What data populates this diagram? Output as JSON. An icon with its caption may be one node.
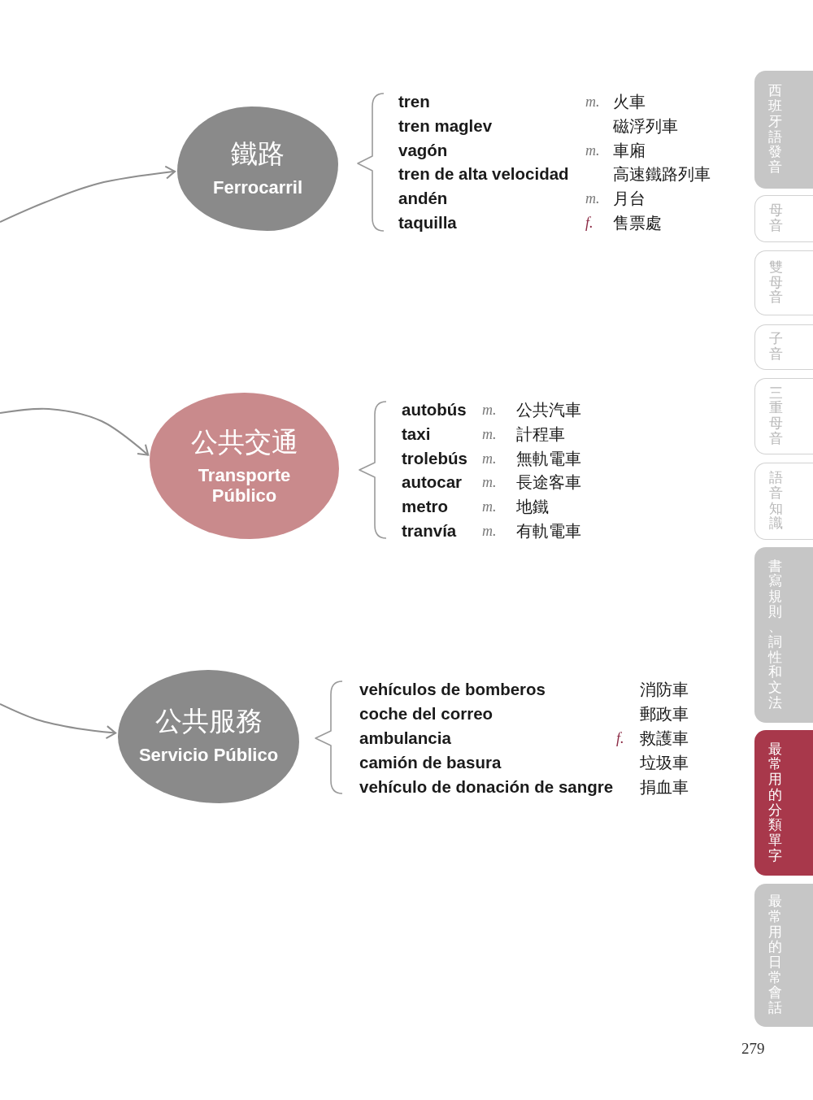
{
  "diagram": {
    "nodes": [
      {
        "text": [
          "鐵路",
          "Ferrocarril"
        ]
      },
      {
        "text": [
          "公共交通",
          "Transporte Público"
        ]
      },
      {
        "text": [
          "公共服務",
          "Servicio Público"
        ]
      },
      {
        "text": [
          "西班牙語發音"
        ]
      },
      {
        "text": [
          "母音"
        ]
      },
      {
        "text": [
          "雙母音"
        ]
      },
      {
        "text": [
          "子音"
        ]
      },
      {
        "text": [
          "三重母音"
        ]
      },
      {
        "text": [
          "語音知識"
        ]
      },
      {
        "text": [
          "書寫規則、詞性和文法"
        ]
      },
      {
        "text": [
          "最常用的分類單字"
        ]
      },
      {
        "text": [
          "最常用的日常會話"
        ]
      }
    ],
    "edges": [
      {
        "from": null,
        "to": 0,
        "arrow": "to"
      },
      {
        "from": null,
        "to": 1,
        "arrow": "to"
      },
      {
        "from": null,
        "to": 2,
        "arrow": "to"
      }
    ],
    "labels": [
      "tren",
      "m.",
      "火車",
      "tren maglev",
      "磁浮列車",
      "vagón",
      "m.",
      "車廂",
      "tren de alta velocidad",
      "高速鐵路列車",
      "andén",
      "m.",
      "月台",
      "taquilla",
      "f.",
      "售票處",
      "autobús",
      "m.",
      "公共汽車",
      "taxi",
      "m.",
      "計程車",
      "trolebús",
      "m.",
      "無軌電車",
      "autocar",
      "m.",
      "長途客車",
      "metro",
      "m.",
      "地鐵",
      "tranvía",
      "m.",
      "有軌電車",
      "vehículos de bomberos",
      "消防車",
      "coche del correo",
      "郵政車",
      "ambulancia",
      "f.",
      "救護車",
      "camión de basura",
      "垃圾車",
      "vehículo de donación de sangre",
      "捐血車",
      "279"
    ]
  }
}
